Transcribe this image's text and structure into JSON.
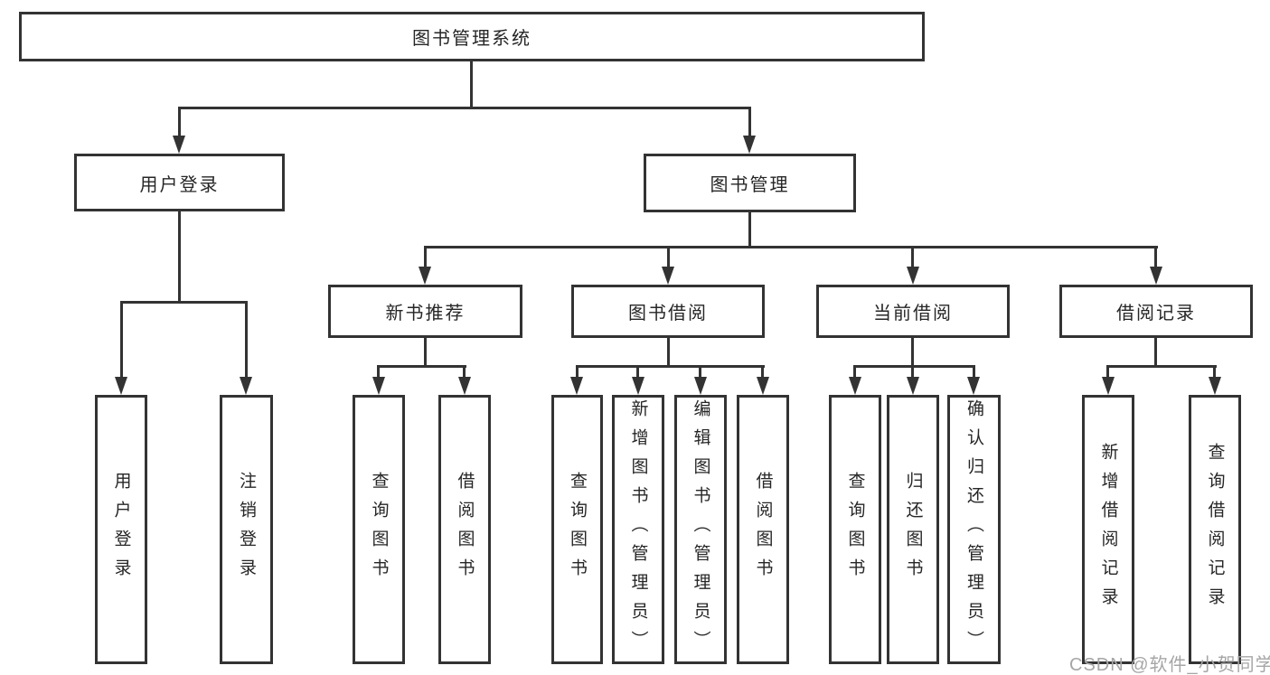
{
  "diagram": {
    "root": {
      "label": "图书管理系统"
    },
    "user_login": {
      "label": "用户登录",
      "children": [
        {
          "label": "用户登录"
        },
        {
          "label": "注销登录"
        }
      ]
    },
    "book_management": {
      "label": "图书管理",
      "groups": [
        {
          "label": "新书推荐",
          "children": [
            {
              "label": "查询图书"
            },
            {
              "label": "借阅图书"
            }
          ]
        },
        {
          "label": "图书借阅",
          "children": [
            {
              "label": "查询图书"
            },
            {
              "label": "新增图书（管理员）"
            },
            {
              "label": "编辑图书（管理员）"
            },
            {
              "label": "借阅图书"
            }
          ]
        },
        {
          "label": "当前借阅",
          "children": [
            {
              "label": "查询图书"
            },
            {
              "label": "归还图书"
            },
            {
              "label": "确认归还（管理员）"
            }
          ]
        },
        {
          "label": "借阅记录",
          "children": [
            {
              "label": "新增借阅记录"
            },
            {
              "label": "查询借阅记录"
            }
          ]
        }
      ]
    }
  },
  "watermark": {
    "text": "CSDN @软件_小贺同学"
  },
  "colors": {
    "line": "#333333",
    "border": "#333333",
    "text": "#262626",
    "background": "#ffffff",
    "watermark": "#a6a6a6"
  }
}
